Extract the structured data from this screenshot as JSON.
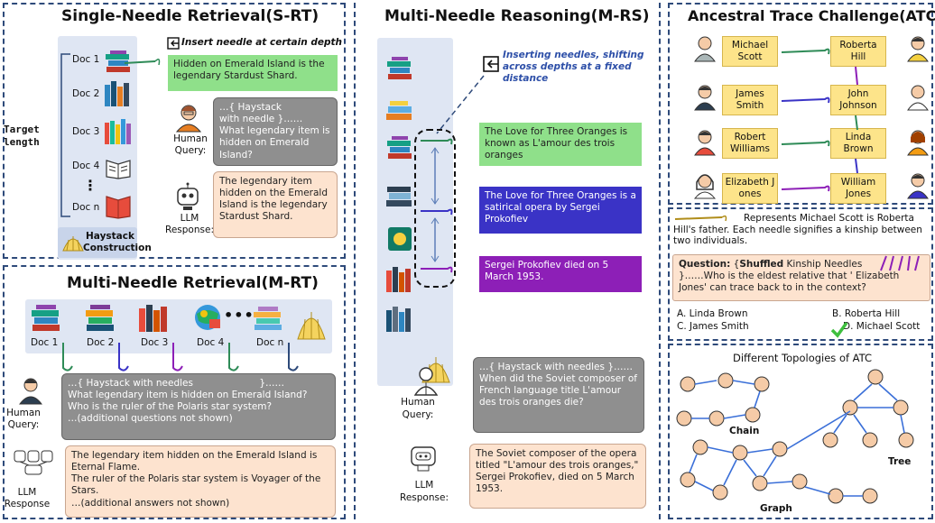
{
  "srt": {
    "title": "Single-Needle Retrieval(S-RT)",
    "insert_note": "Insert needle at certain depth",
    "target_length": "Target length",
    "docs": [
      "Doc 1",
      "Doc 2",
      "Doc 3",
      "Doc 4",
      "⋮",
      "Doc n"
    ],
    "haystack": "Haystack Construction",
    "needle_text": "Hidden on Emerald Island is the legendary Stardust Shard.",
    "query_text": "…{ Haystack with needle }…… What legendary item is hidden on Emerald Island?",
    "query_prefix": "…{",
    "query_hay": "Haystack",
    "query_with": "with needle",
    "query_q": "What legendary item is hidden on Emerald Island?",
    "human_label": "Human Query:",
    "response_text": "The legendary item hidden on the Emerald Island is the legendary Stardust Shard.",
    "llm_label": "LLM Response:"
  },
  "mrt": {
    "title": "Multi-Needle Retrieval(M-RT)",
    "docs": [
      "Doc 1",
      "Doc 2",
      "Doc 3",
      "Doc 4",
      "Doc n"
    ],
    "ellipsis": "•••••",
    "query_head": "…{ Haystack with needles",
    "query_tail": "}……",
    "query_lines": [
      "What legendary item is hidden on Emerald Island?",
      "Who is the ruler of the Polaris star system?",
      "…(additional questions not shown)"
    ],
    "human_label": "Human Query:",
    "response_lines": [
      "The legendary item hidden on the Emerald Island is Eternal Flame.",
      "The ruler of the Polaris star system is Voyager of the Stars.",
      "…(additional answers not shown)"
    ],
    "llm_label": "LLM Response"
  },
  "mrs": {
    "title": "Multi-Needle Reasoning(M-RS)",
    "insert_note": "Inserting needles, shifting across depths at a fixed distance",
    "needles": [
      {
        "text": "The Love for Three Oranges is known as L'amour des trois oranges",
        "color": "#8fe08a"
      },
      {
        "text": "The Love for Three Oranges is a satirical opera by Sergei Prokofiev",
        "color": "#3a33c6"
      },
      {
        "text": "Sergei Prokofiev died on 5 March 1953.",
        "color": "#8d1fb7"
      }
    ],
    "query_head": "…{ Haystack with needles }……",
    "query_q": "When did the Soviet composer of French language title L'amour des trois oranges die?",
    "human_label": "Human Query:",
    "response_text": "The Soviet composer of the opera titled \"L'amour des trois oranges,\" Sergei Prokofiev, died on 5 March 1953.",
    "llm_label": "LLM Response:"
  },
  "atc": {
    "title": "Ancestral Trace Challenge(ATC)",
    "pairs": [
      {
        "left": "Michael Scott",
        "right": "Roberta Hill"
      },
      {
        "left": "James Smith",
        "right": "John Johnson"
      },
      {
        "left": "Robert Williams",
        "right": "Linda Brown"
      },
      {
        "left": "Elizabeth Jones",
        "right": "William Jones"
      }
    ],
    "legend": "Represents Michael Scott is Roberta Hill's father. Each needle signifies a kinship between two individuals.",
    "question_label": "Question:",
    "question_shuffled": "Shuffled",
    "question_needles": "Kinship Needles",
    "question_text": "}……Who is the eldest relative that ' Elizabeth Jones' can trace back to in the context?",
    "options": [
      "A. Linda Brown",
      "B. Roberta Hill",
      "C. James Smith",
      "D. Michael Scott"
    ],
    "topologies_title": "Different Topologies of ATC",
    "topo_labels": [
      "Chain",
      "Tree",
      "Graph"
    ],
    "colors": {
      "accent": "#2e4a7a",
      "name_box": "#fde48a",
      "check": "#3fbf3f"
    }
  }
}
